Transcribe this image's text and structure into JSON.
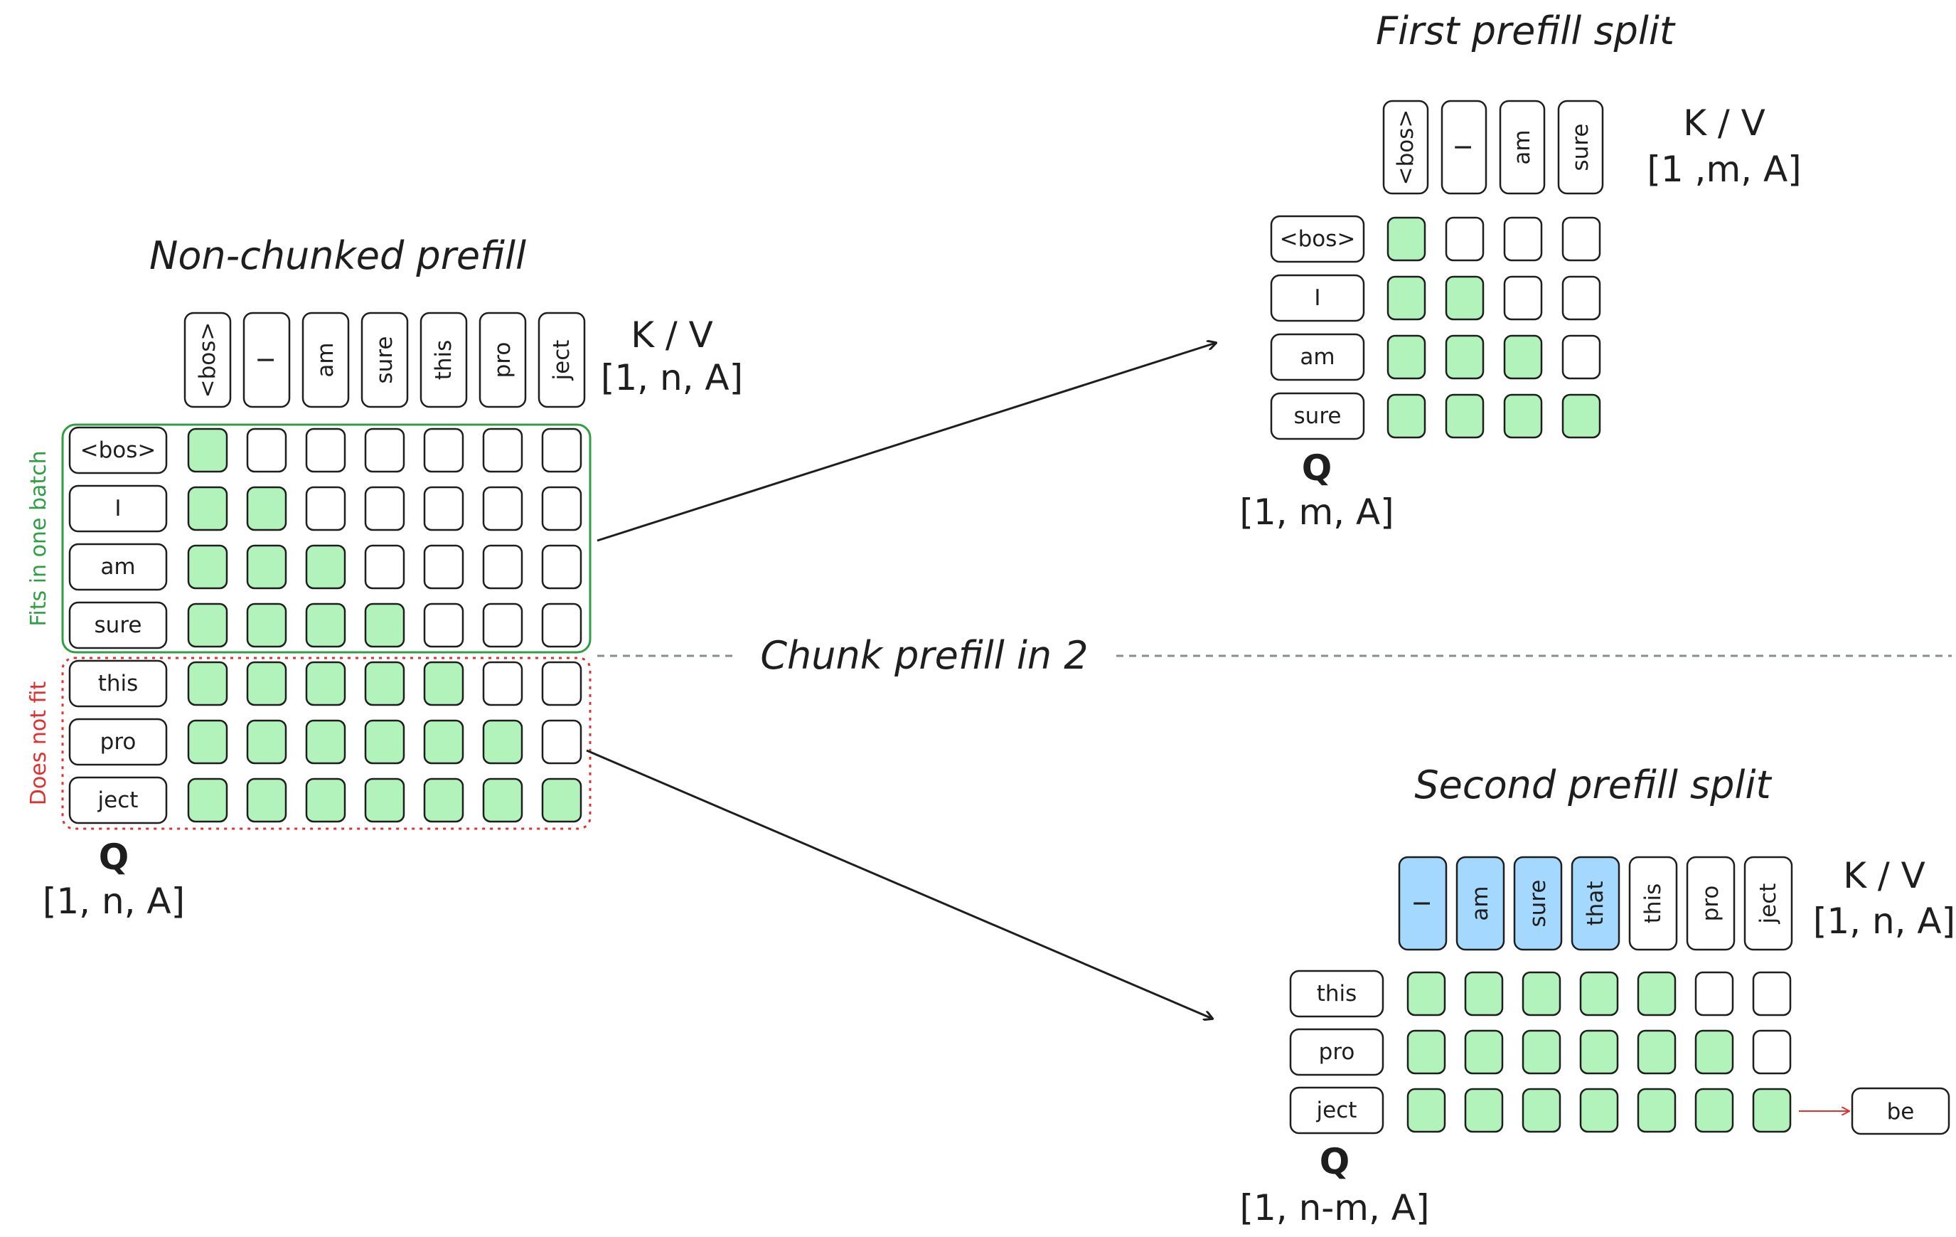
{
  "colors": {
    "filled": "#b2f2bb",
    "cached": "#a5d8ff",
    "empty": "#ffffff",
    "stroke": "#1e1e1e",
    "batch_fit": "#2f9e44",
    "batch_nofit": "#e03131",
    "divider": "#868e96"
  },
  "non_chunked": {
    "title": "Non-chunked prefill",
    "k_tokens": [
      "<bos>",
      "I",
      "am",
      "sure",
      "this",
      "pro",
      "ject"
    ],
    "q_tokens": [
      "<bos>",
      "I",
      "am",
      "sure",
      "this",
      "pro",
      "ject"
    ],
    "kv_label": "K / V",
    "kv_shape": "[1, n, A]",
    "q_label": "Q",
    "q_shape": "[1, n, A]",
    "fits_label": "Fits in one batch",
    "not_fit_label": "Does not fit"
  },
  "divider_label": "Chunk prefill in 2",
  "first_split": {
    "title": "First prefill split",
    "k_tokens": [
      "<bos>",
      "I",
      "am",
      "sure"
    ],
    "q_tokens": [
      "<bos>",
      "I",
      "am",
      "sure"
    ],
    "kv_label": "K / V",
    "kv_shape": "[1 ,m, A]",
    "q_label": "Q",
    "q_shape": "[1, m, A]"
  },
  "second_split": {
    "title": "Second prefill split",
    "k_tokens": [
      "I",
      "am",
      "sure",
      "that",
      "this",
      "pro",
      "ject"
    ],
    "cached_k_count": 4,
    "q_tokens": [
      "this",
      "pro",
      "ject"
    ],
    "filled_per_row": [
      5,
      6,
      7
    ],
    "kv_label": "K / V",
    "kv_shape": "[1, n, A]",
    "q_label": "Q",
    "q_shape": "[1, n-m, A]",
    "next_token": "be"
  }
}
